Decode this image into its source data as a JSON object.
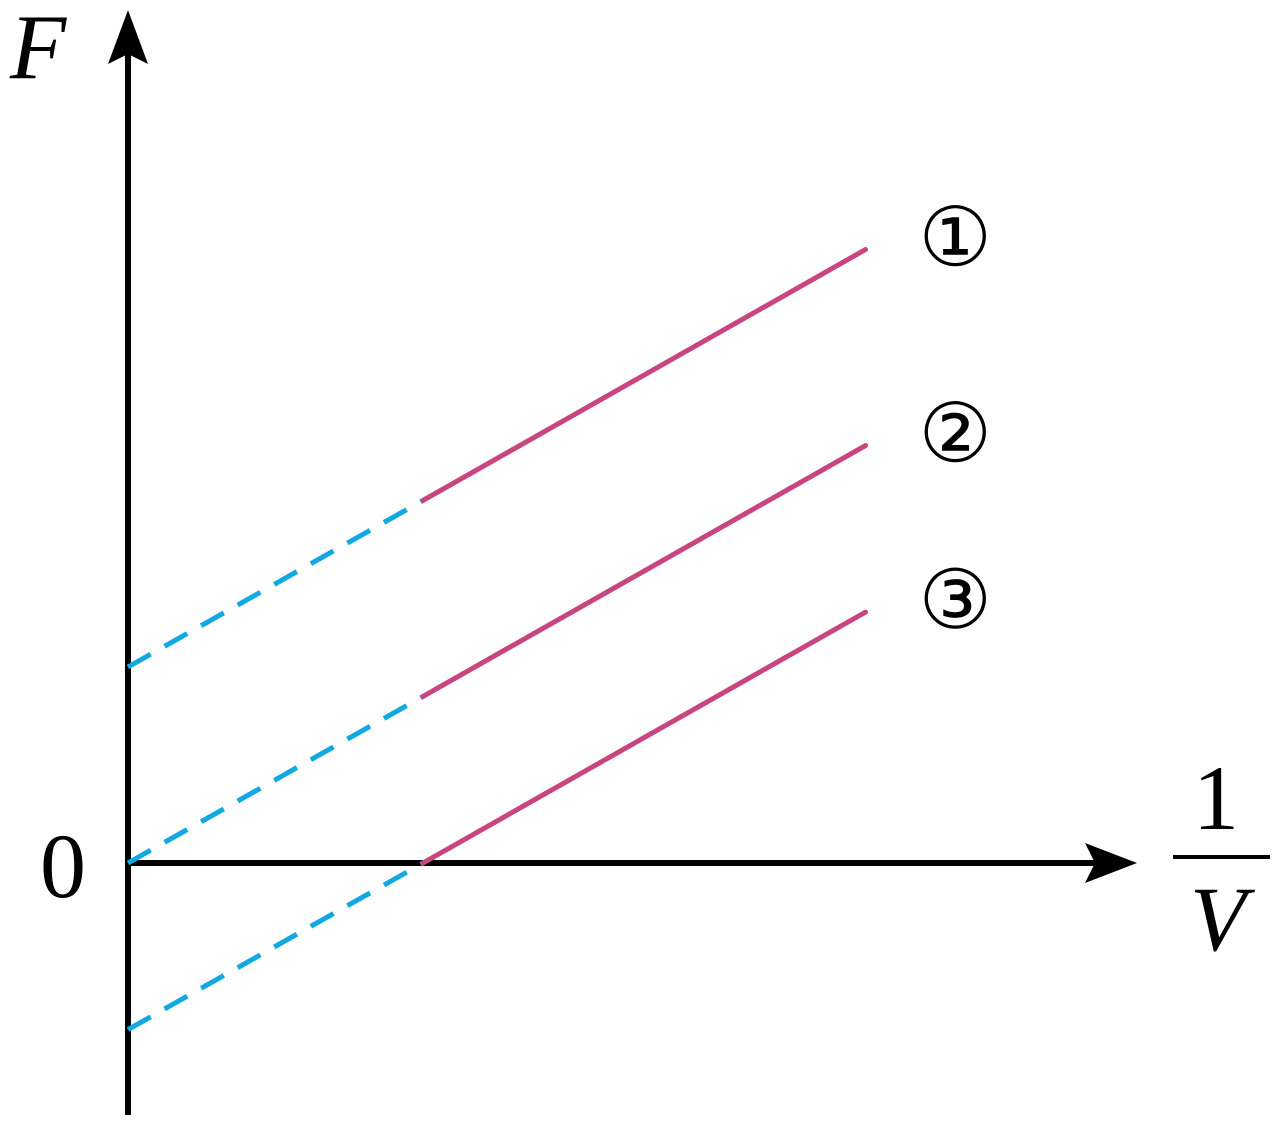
{
  "chart_data": {
    "type": "line",
    "ylabel": "F",
    "xlabel_numerator": "1",
    "xlabel_denominator": "V",
    "origin_label": "0",
    "colors": {
      "measured": "#c8457f",
      "extrapolated": "#12a9e3",
      "axis": "#000000"
    },
    "series": [
      {
        "name": "①",
        "extrapolated_x": [
          0,
          1
        ],
        "extrapolated_y": [
          1,
          1.85
        ],
        "measured_x": [
          1,
          2.5
        ],
        "measured_y": [
          1.85,
          3.13
        ]
      },
      {
        "name": "②",
        "extrapolated_x": [
          0,
          1
        ],
        "extrapolated_y": [
          0,
          0.85
        ],
        "measured_x": [
          1,
          2.5
        ],
        "measured_y": [
          0.85,
          2.13
        ]
      },
      {
        "name": "③",
        "extrapolated_x": [
          0,
          1
        ],
        "extrapolated_y": [
          -0.85,
          0
        ],
        "measured_x": [
          1,
          2.5
        ],
        "measured_y": [
          0,
          1.28
        ]
      }
    ]
  }
}
